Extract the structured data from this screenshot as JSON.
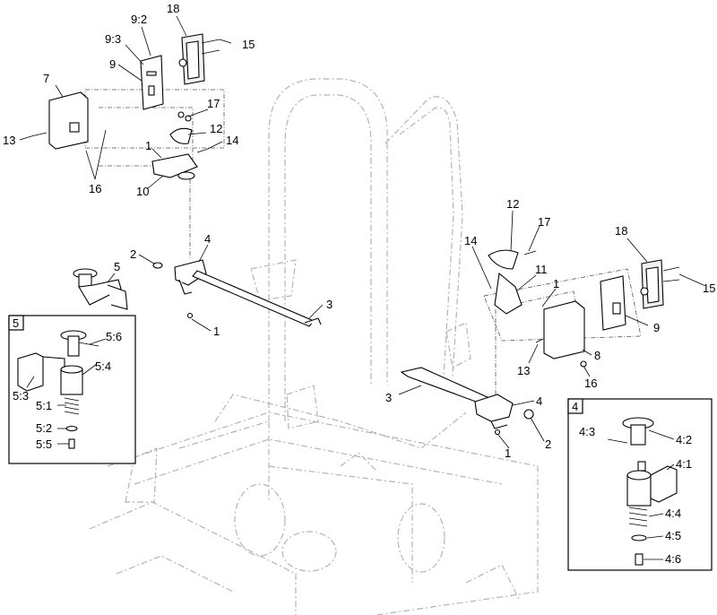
{
  "callouts": {
    "c18a": "18",
    "c9_2a": "9:2",
    "c9_3": "9:3",
    "c9a": "9",
    "c15a": "15",
    "c7": "7",
    "c17a": "17",
    "c12a": "12",
    "c13a": "13",
    "c14a": "14",
    "c1a": "1",
    "c16a": "16",
    "c10": "10",
    "c4a": "4",
    "c2a": "2",
    "c5": "5",
    "c3a": "3",
    "c1b": "1",
    "c12b": "12",
    "c17b": "17",
    "c14b": "14",
    "c11": "11",
    "c1c": "1",
    "c18b": "18",
    "c15b": "15",
    "c9b": "9",
    "c8": "8",
    "c13b": "13",
    "c16b": "16",
    "c3b": "3",
    "c4b": "4",
    "c2b": "2",
    "c1d": "1"
  },
  "inset5": {
    "title": "5",
    "labels": {
      "l5_6": "5:6",
      "l5_4": "5:4",
      "l5_3": "5:3",
      "l5_1": "5:1",
      "l5_2": "5:2",
      "l5_5": "5:5"
    }
  },
  "inset4": {
    "title": "4",
    "labels": {
      "l4_3": "4:3",
      "l4_2": "4:2",
      "l4_1": "4:1",
      "l4_4": "4:4",
      "l4_5": "4:5",
      "l4_6": "4:6"
    }
  }
}
